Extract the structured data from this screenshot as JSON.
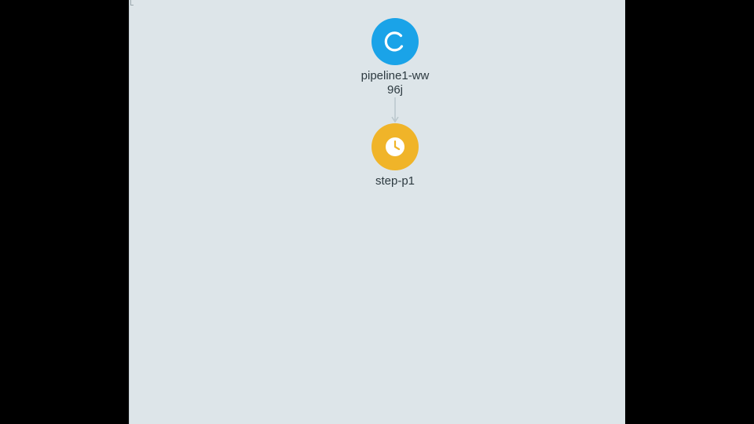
{
  "graph": {
    "nodes": [
      {
        "label": "pipeline1-ww96j",
        "status": "running",
        "icon": "refresh-icon",
        "color": "#1aa3e8"
      },
      {
        "label": "step-p1",
        "status": "pending",
        "icon": "clock-icon",
        "color": "#f0b429"
      }
    ],
    "edges": [
      {
        "from": "pipeline1-ww96j",
        "to": "step-p1"
      }
    ]
  },
  "colors": {
    "canvas_background": "#dde5e9",
    "edge": "#b9c6cc",
    "label_text": "#2d3a40"
  }
}
